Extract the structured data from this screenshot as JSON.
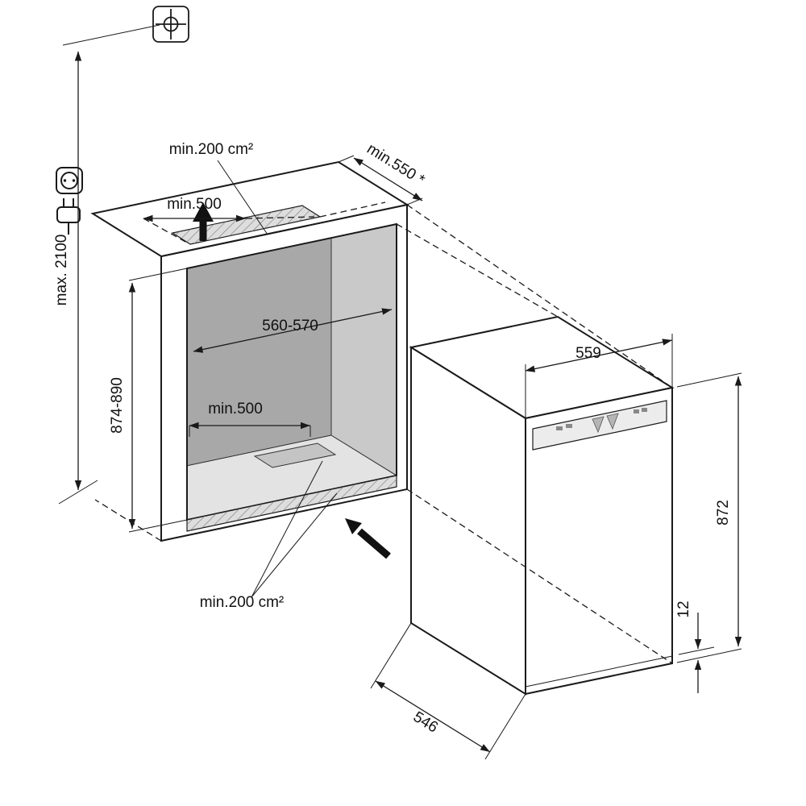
{
  "labels": {
    "vent_top_area": "min.200 cm²",
    "vent_top_width": "min.500",
    "niche_depth": "min.550 *",
    "niche_width": "560-570",
    "vent_floor_width": "min.500",
    "niche_height": "874-890",
    "ceiling_height_max": "max. 2100",
    "vent_bottom_area": "min.200 cm²",
    "appliance_width": "559",
    "appliance_height": "872",
    "bottom_step": "12",
    "appliance_depth": "546"
  },
  "icons": {
    "ceiling_fixing": "fixing-bracket-icon",
    "socket": "power-socket-icon",
    "plug": "power-plug-icon",
    "airflow_up": "airflow-up-arrow-icon",
    "airflow_in": "airflow-in-arrow-icon"
  },
  "colors": {
    "line": "#1a1a1a",
    "back_wall": "#a8a8a8",
    "side_wall": "#c9c9c9",
    "floor": "#e3e3e3",
    "vent_fill": "#dddddd",
    "control_panel": "#ececec"
  }
}
